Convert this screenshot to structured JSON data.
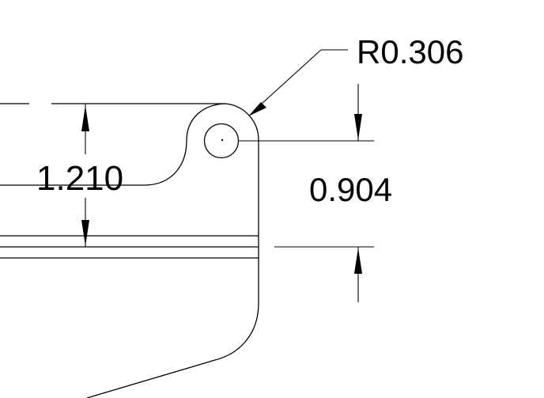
{
  "dimensions": {
    "radius_label": "R0.306",
    "height_label": "1.210",
    "offset_label": "0.904"
  },
  "colors": {
    "line": "#000000",
    "background": "#ffffff"
  }
}
